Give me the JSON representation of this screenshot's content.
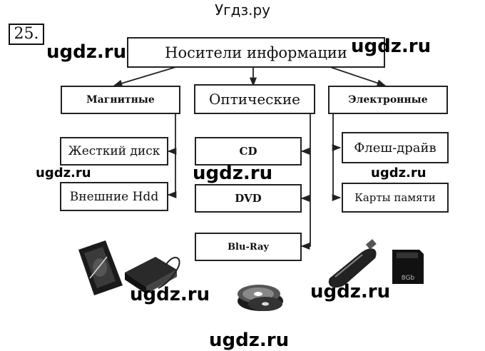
{
  "site_title": "Угдз.ру",
  "task_number": "25.",
  "watermark": "ugdz.ru",
  "diagram": {
    "root": "Носители информации",
    "categories": [
      {
        "label": "Магнитные",
        "items": [
          "Жесткий диск",
          "Внешние Hdd"
        ]
      },
      {
        "label": "Оптические",
        "items": [
          "CD",
          "DVD",
          "Blu-Ray"
        ]
      },
      {
        "label": "Электронные",
        "items": [
          "Флеш-драйв",
          "Карты памяти"
        ]
      }
    ],
    "sd_card_label": "8Gb"
  }
}
